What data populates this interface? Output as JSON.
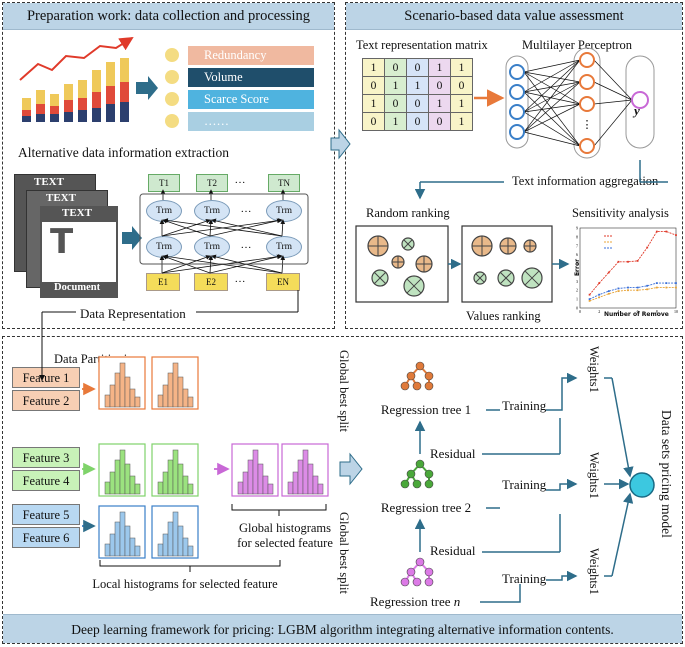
{
  "panels": {
    "prep": {
      "title": "Preparation work: data collection and processing",
      "bars": [
        "Redundancy",
        "Volume",
        "Scarce Score",
        "……"
      ],
      "extraction_label": "Alternative data information extraction",
      "text_doc_label": "TEXT",
      "document_label": "Document",
      "data_representation": "Data Representation",
      "token_top": [
        "T1",
        "T2",
        "…",
        "TN"
      ],
      "token_bottom": [
        "E1",
        "E2",
        "…",
        "EN"
      ],
      "trm_label": "Trm",
      "ellipsis": "…"
    },
    "scenario": {
      "title": "Scenario-based data value assessment",
      "matrix_label": "Text representation matrix",
      "matrix": [
        [
          1,
          0,
          0,
          1,
          1
        ],
        [
          0,
          1,
          1,
          0,
          0
        ],
        [
          1,
          0,
          0,
          1,
          1
        ],
        [
          0,
          1,
          0,
          0,
          1
        ]
      ],
      "mlp_label": "Multilayer Perceptron",
      "y_label": "y",
      "aggregation": "Text information aggregation",
      "random_ranking": "Random ranking",
      "values_ranking": "Values ranking",
      "sensitivity": "Sensitivity analysis",
      "legend": [
        "MSE",
        "MAE",
        "RMSE"
      ],
      "x_axis_label": "Number of Remove",
      "y_axis_label": "Error"
    },
    "lgbm": {
      "data_partitioning": "Data Partitioning",
      "features": [
        "Feature 1",
        "Feature 2",
        "Feature 3",
        "Feature 4",
        "Feature 5",
        "Feature 6"
      ],
      "local_hist": "Local histograms for selected feature",
      "global_hist": [
        "Global histograms",
        "for selected feature"
      ],
      "global_best_split": "Global best split",
      "trees": [
        "Regression tree 1",
        "Regression tree 2",
        "Regression tree "
      ],
      "tree_n": "n",
      "residual": "Residual",
      "training": "Training",
      "weights": "Weights1",
      "pricing_model": "Data sets pricing model"
    }
  },
  "footer": "Deep learning framework for pricing: LGBM  algorithm integrating alternative information contents.",
  "chart_data": {
    "type": "line",
    "x": [
      1,
      2,
      3,
      4,
      5,
      6,
      7,
      8,
      9,
      10
    ],
    "series": [
      {
        "name": "MSE",
        "values": [
          1.5,
          2.8,
          4.0,
          5.2,
          5.2,
          5.3,
          6.8,
          8.6,
          8.6,
          8.2
        ]
      },
      {
        "name": "MAE",
        "values": [
          0.8,
          1.2,
          1.6,
          1.9,
          2.0,
          2.0,
          2.1,
          2.3,
          2.3,
          2.3
        ]
      },
      {
        "name": "RMSE",
        "values": [
          1.0,
          1.5,
          1.9,
          2.2,
          2.3,
          2.3,
          2.5,
          2.8,
          2.8,
          2.8
        ]
      }
    ],
    "xlabel": "Number of Remove",
    "ylabel": "Error",
    "xlim": [
      0,
      10
    ],
    "ylim": [
      0,
      9
    ],
    "yticks": [
      0,
      1,
      2,
      3,
      4,
      5,
      6,
      7,
      8,
      9
    ],
    "xticks": [
      0,
      2,
      4,
      6,
      8,
      10
    ]
  },
  "colors": {
    "header_bg": "#bcd4e6",
    "arrow": "#2e6d8a",
    "redundancy": "#f0b9a0",
    "volume": "#1f4e6b",
    "scarce": "#4fb3df",
    "etc": "#a9cfe2",
    "orange_hist": "#f5b487",
    "green_hist": "#9be27f",
    "blue_hist": "#9cc8ec",
    "purple_hist": "#dc8ce6",
    "feat_orange": "#f7cfb4",
    "feat_green": "#c8f2b8",
    "feat_blue": "#b8d8f2"
  }
}
